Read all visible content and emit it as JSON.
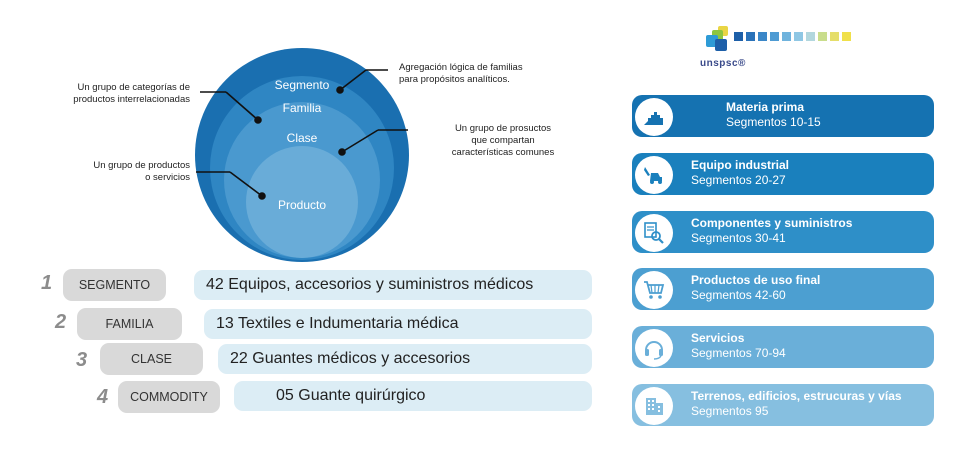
{
  "diagram": {
    "circles": [
      "Segmento",
      "Familia",
      "Clase",
      "Producto"
    ],
    "annotations": {
      "segmento": "Agregación lógica de familias\npara propósitos analíticos.",
      "familia": "Un grupo de categorías de\nproductos interrelacionadas",
      "clase": "Un grupo de prosuctos\nque compartan\ncaracterísticas comunes",
      "producto": "Un grupo de productos\no servicios"
    }
  },
  "hierarchy": [
    {
      "num": "1",
      "level": "SEGMENTO",
      "value": "42 Equipos, accesorios y suministros médicos"
    },
    {
      "num": "2",
      "level": "FAMILIA",
      "value": "13 Textiles e Indumentaria médica"
    },
    {
      "num": "3",
      "level": "CLASE",
      "value": "22 Guantes médicos y accesorios"
    },
    {
      "num": "4",
      "level": "COMMODITY",
      "value": "05 Guante quirúrgico"
    }
  ],
  "logo": {
    "text": "unspsc®"
  },
  "segments": [
    {
      "title": "Materia prima",
      "range": "Segmentos 10-15",
      "color": "#1572b1",
      "icon": "pyramid-icon"
    },
    {
      "title": "Equipo industrial",
      "range": "Segmentos 20-27",
      "color": "#1a80bd",
      "icon": "excavator-icon"
    },
    {
      "title": "Componentes y suministros",
      "range": "Segmentos 30-41",
      "color": "#2e8fc8",
      "icon": "magnifier-document-icon"
    },
    {
      "title": "Productos de uso final",
      "range": "Segmentos 42-60",
      "color": "#4c9fd1",
      "icon": "shopping-cart-icon"
    },
    {
      "title": "Servicios",
      "range": "Segmentos 70-94",
      "color": "#6aafd9",
      "icon": "headset-icon"
    },
    {
      "title": "Terrenos, edificios, estrucuras y vías",
      "range": "Segmentos 95",
      "color": "#86bfe0",
      "icon": "building-icon"
    }
  ]
}
